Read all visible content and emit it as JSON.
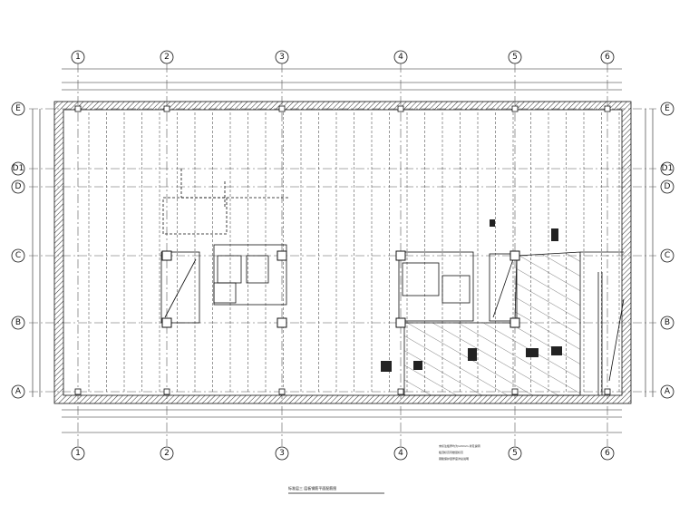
{
  "drawing": {
    "title_text": "标准层三 层板钢筋平面配筋图",
    "note_lines": [
      "未标注板厚均为120mm,详见说明",
      "板顶标高同楼层标高",
      "钢筋保护层厚度详总说明"
    ]
  },
  "grid": {
    "columns": [
      "1",
      "2",
      "3",
      "4",
      "5",
      "6"
    ],
    "rows": [
      "E",
      "D1",
      "D",
      "C",
      "B",
      "A"
    ],
    "row_display": {
      "E": "E",
      "D1": "D1",
      "D": "D",
      "C": "C",
      "B": "B",
      "A": "A"
    }
  },
  "colors": {
    "line": "#111111",
    "grid_line": "#555555",
    "hatch": "#333333"
  }
}
